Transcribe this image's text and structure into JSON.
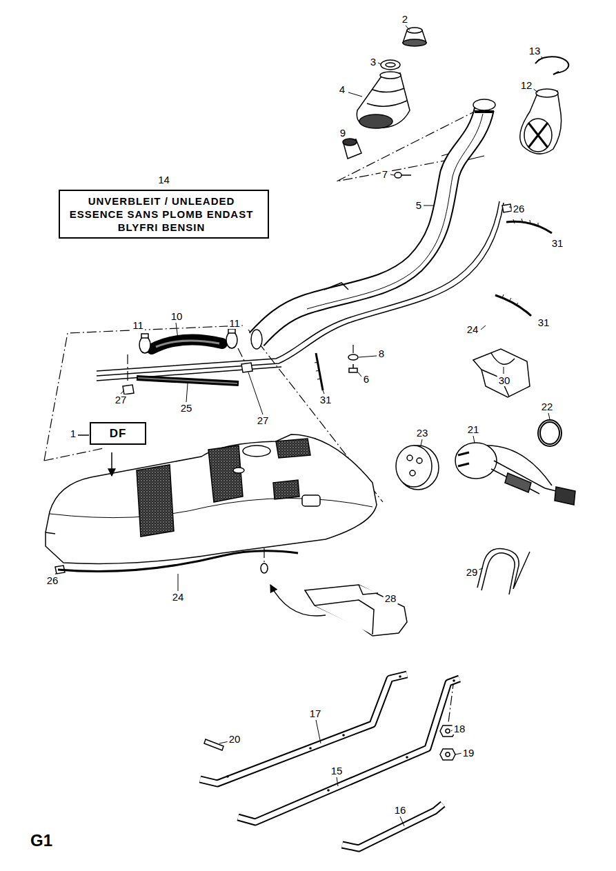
{
  "diagram": {
    "nodes": [
      {
        "text": [
          "14",
          "UNVERBLEIT / UNLEADED ESSENCE SANS PLOMB ENDAST BLYFRI BENSIN"
        ]
      },
      {
        "text": [
          "1",
          "DF"
        ]
      }
    ],
    "labels": [
      "2",
      "3",
      "13",
      "4",
      "12",
      "9",
      "7",
      "26",
      "5",
      "31",
      "31",
      "11",
      "11",
      "10",
      "24",
      "8",
      "27",
      "6",
      "30",
      "25",
      "27",
      "31",
      "22",
      "21",
      "23",
      "29",
      "26",
      "24",
      "28",
      "17",
      "18",
      "20",
      "19",
      "15",
      "16",
      "G1"
    ]
  }
}
